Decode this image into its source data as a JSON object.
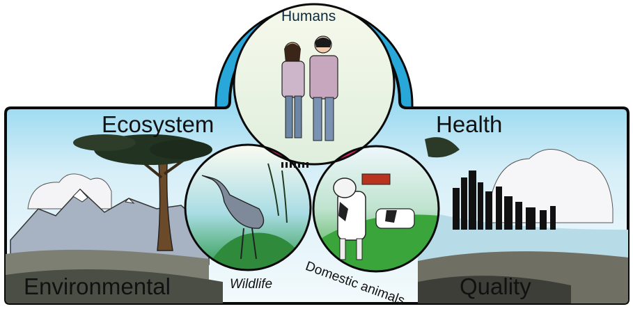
{
  "labels": {
    "humans": "Humans",
    "ecosystem": "Ecosystem",
    "health": "Health",
    "environmental": "Environmental",
    "quality": "Quality",
    "wildlife": "Wildlife",
    "domestic_animals": "Domestic animals"
  },
  "colors": {
    "arch_blue": "#2aa7d9",
    "outline": "#0a0a0a",
    "overlap_magenta": "#e11d6a",
    "sky_top": "#5fc7ea",
    "sky_bottom": "#e9f6fb",
    "grass": "#3aa53a",
    "mountain": "#9aa8b8"
  },
  "icons": [
    "people-couple-icon",
    "heron-icon",
    "cow-icon",
    "tree-icon",
    "city-skyline-icon",
    "mountains-icon"
  ]
}
